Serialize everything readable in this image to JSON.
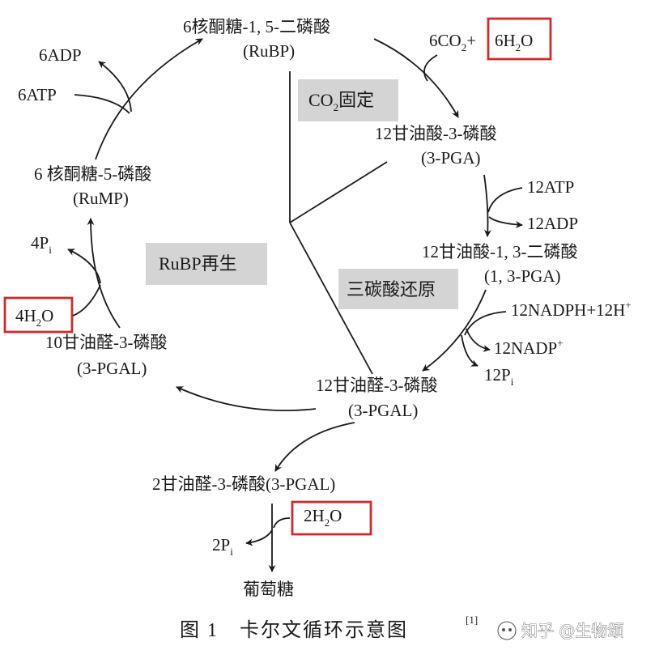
{
  "figure": {
    "caption_text": "图 1　卡尔文循环示意图",
    "caption_ref": "[1]",
    "watermark": "知乎 @生物颂"
  },
  "stages": {
    "fixation": {
      "pre": "CO",
      "sub": "2",
      "post": "固定"
    },
    "reduction": "三碳酸还原",
    "regeneration": "RuBP再生"
  },
  "molecules": {
    "rubp": {
      "name": "6核酮糖-1, 5-二磷酸",
      "abbr": "(RuBP)"
    },
    "pga": {
      "name": "12甘油酸-3-磷酸",
      "abbr": "(3-PGA)"
    },
    "bpga": {
      "name": "12甘油酸-1, 3-二磷酸",
      "abbr": "(1, 3-PGA)"
    },
    "pgal12": {
      "name": "12甘油醛-3-磷酸",
      "abbr": "(3-PGAL)"
    },
    "pgal10": {
      "name": "10甘油醛-3-磷酸",
      "abbr": "(3-PGAL)"
    },
    "rump": {
      "name": "6 核酮糖-5-磷酸",
      "abbr": "(RuMP)"
    },
    "pgal2": {
      "name": "2甘油醛-3-磷酸(3-PGAL)"
    },
    "glucose": {
      "name": "葡萄糖"
    }
  },
  "cofactors": {
    "co2": {
      "pre": "6CO",
      "sub": "2",
      "post": "+"
    },
    "h2o6": {
      "pre": "6H",
      "sub": "2",
      "post": "O"
    },
    "atp12": "12ATP",
    "adp12": "12ADP",
    "nadph": {
      "text": "12NADPH+12H",
      "sup": "+"
    },
    "nadp": {
      "text": "12NADP",
      "sup": "+"
    },
    "pi12": {
      "pre": "12P",
      "sub": "i"
    },
    "adp6": "6ADP",
    "atp6": "6ATP",
    "pi4": {
      "pre": "4P",
      "sub": "i"
    },
    "h2o4": {
      "pre": "4H",
      "sub": "2",
      "post": "O"
    },
    "h2o2": {
      "pre": "2H",
      "sub": "2",
      "post": "O"
    },
    "pi2": {
      "pre": "2P",
      "sub": "i"
    }
  },
  "colors": {
    "highlight": "#d02a2a",
    "stage_box": "#d4d4d4",
    "ink": "#1a1a1a"
  }
}
